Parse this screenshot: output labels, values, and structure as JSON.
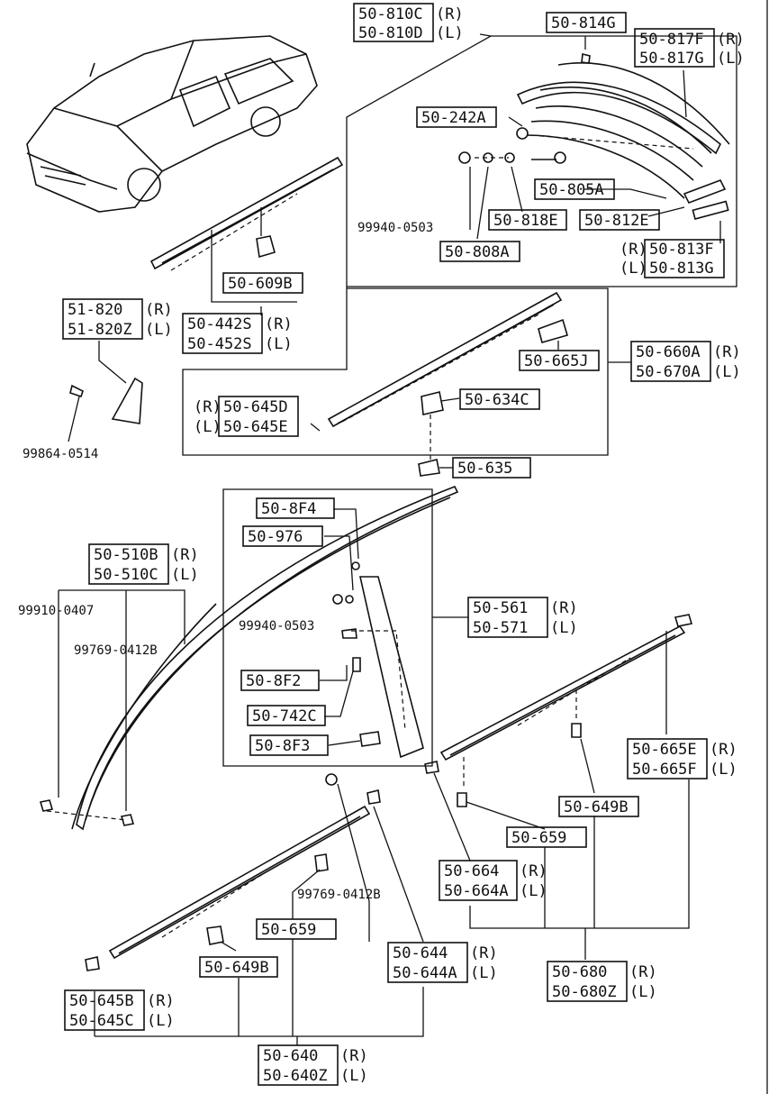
{
  "parts": {
    "p810": {
      "codes": [
        "50-810C",
        "50-810D"
      ],
      "sides": [
        "(R)",
        "(L)"
      ]
    },
    "p814": {
      "codes": [
        "50-814G"
      ]
    },
    "p817": {
      "codes": [
        "50-817F",
        "50-817G"
      ],
      "sides": [
        "(R)",
        "(L)"
      ]
    },
    "p242": {
      "codes": [
        "50-242A"
      ]
    },
    "p805": {
      "codes": [
        "50-805A"
      ]
    },
    "p818": {
      "codes": [
        "50-818E"
      ]
    },
    "p812": {
      "codes": [
        "50-812E"
      ]
    },
    "p808": {
      "codes": [
        "50-808A"
      ]
    },
    "p813": {
      "codes": [
        "50-813F",
        "50-813G"
      ],
      "sides": [
        "(R)",
        "(L)"
      ]
    },
    "p609": {
      "codes": [
        "50-609B"
      ]
    },
    "p442": {
      "codes": [
        "50-442S",
        "50-452S"
      ],
      "sides": [
        "(R)",
        "(L)"
      ]
    },
    "p51820": {
      "codes": [
        "51-820",
        "51-820Z"
      ],
      "sides": [
        "(R)",
        "(L)"
      ]
    },
    "p665j": {
      "codes": [
        "50-665J"
      ]
    },
    "p660": {
      "codes": [
        "50-660A",
        "50-670A"
      ],
      "sides": [
        "(R)",
        "(L)"
      ]
    },
    "p645d": {
      "codes": [
        "50-645D",
        "50-645E"
      ],
      "sides": [
        "(R)",
        "(L)"
      ]
    },
    "p634": {
      "codes": [
        "50-634C"
      ]
    },
    "p635": {
      "codes": [
        "50-635"
      ]
    },
    "p8f4": {
      "codes": [
        "50-8F4"
      ]
    },
    "p976": {
      "codes": [
        "50-976"
      ]
    },
    "p510": {
      "codes": [
        "50-510B",
        "50-510C"
      ],
      "sides": [
        "(R)",
        "(L)"
      ]
    },
    "p561": {
      "codes": [
        "50-561",
        "50-571"
      ],
      "sides": [
        "(R)",
        "(L)"
      ]
    },
    "p8f2": {
      "codes": [
        "50-8F2"
      ]
    },
    "p742": {
      "codes": [
        "50-742C"
      ]
    },
    "p8f3": {
      "codes": [
        "50-8F3"
      ]
    },
    "p665e": {
      "codes": [
        "50-665E",
        "50-665F"
      ],
      "sides": [
        "(R)",
        "(L)"
      ]
    },
    "p649b_r": {
      "codes": [
        "50-649B"
      ]
    },
    "p659_r": {
      "codes": [
        "50-659"
      ]
    },
    "p664": {
      "codes": [
        "50-664",
        "50-664A"
      ],
      "sides": [
        "(R)",
        "(L)"
      ]
    },
    "p659_l": {
      "codes": [
        "50-659"
      ]
    },
    "p644": {
      "codes": [
        "50-644",
        "50-644A"
      ],
      "sides": [
        "(R)",
        "(L)"
      ]
    },
    "p649b_l": {
      "codes": [
        "50-649B"
      ]
    },
    "p680": {
      "codes": [
        "50-680",
        "50-680Z"
      ],
      "sides": [
        "(R)",
        "(L)"
      ]
    },
    "p645b": {
      "codes": [
        "50-645B",
        "50-645C"
      ],
      "sides": [
        "(R)",
        "(L)"
      ]
    },
    "p640": {
      "codes": [
        "50-640",
        "50-640Z"
      ],
      "sides": [
        "(R)",
        "(L)"
      ]
    }
  },
  "fasteners": {
    "f99940_top": "99940-0503",
    "f99864": "99864-0514",
    "f99910": "99910-0407",
    "f99769_a": "99769-0412B",
    "f99940_mid": "99940-0503",
    "f99769_b": "99769-0412B"
  }
}
